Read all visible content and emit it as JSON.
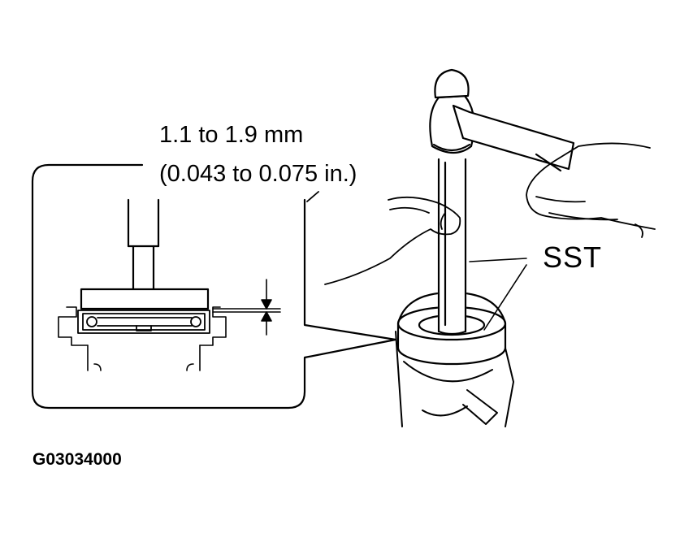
{
  "figure": {
    "dimension_line_1": "1.1 to 1.9 mm",
    "dimension_line_2": "(0.043 to 0.075 in.)",
    "tool_label": "SST",
    "figure_code": "G03034000"
  },
  "colors": {
    "ink": "#000000",
    "paper": "#ffffff"
  }
}
